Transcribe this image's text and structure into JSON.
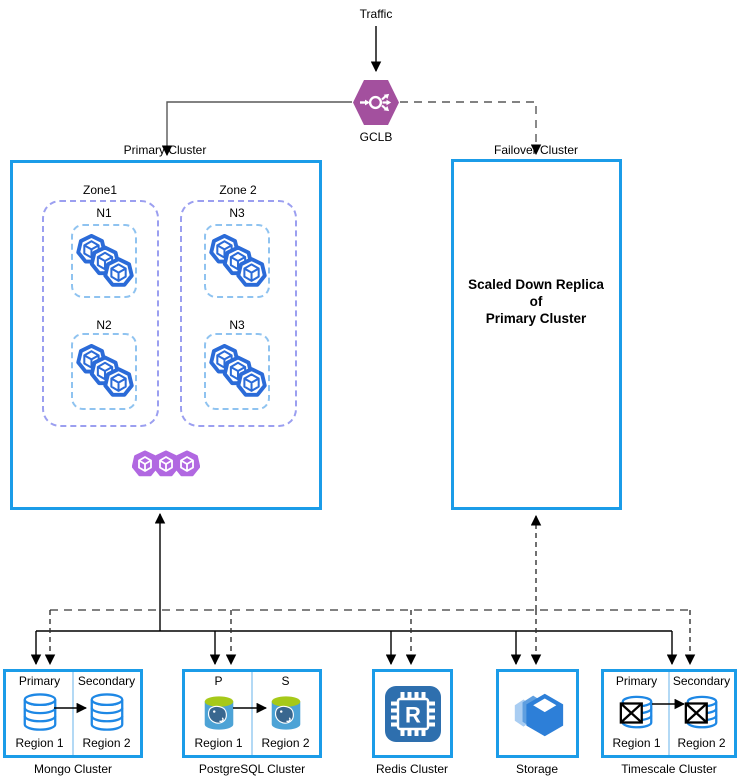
{
  "labels": {
    "traffic": "Traffic",
    "gclb": "GCLB",
    "primary_cluster": "Primary Cluster",
    "failover_cluster": "Failover Cluster"
  },
  "zones": [
    {
      "label": "Zone1",
      "nodes": [
        "N1",
        "N2"
      ]
    },
    {
      "label": "Zone 2",
      "nodes": [
        "N3",
        "N3"
      ]
    }
  ],
  "failover": {
    "lines": [
      "Scaled Down Replica",
      "of",
      "Primary Cluster"
    ]
  },
  "clusters": {
    "mongo": {
      "name": "Mongo Cluster",
      "left_role": "Primary",
      "right_role": "Secondary",
      "left_region": "Region 1",
      "right_region": "Region 2"
    },
    "postgres": {
      "name": "PostgreSQL Cluster",
      "left_role": "P",
      "right_role": "S",
      "left_region": "Region 1",
      "right_region": "Region 2"
    },
    "redis": {
      "name": "Redis Cluster"
    },
    "storage": {
      "name": "Storage"
    },
    "timescale": {
      "name": "Timescale Cluster",
      "left_role": "Primary",
      "right_role": "Secondary",
      "left_region": "Region 1",
      "right_region": "Region 2"
    }
  },
  "colors": {
    "box_border_blue": "#1b9ce8",
    "divider_blue": "#b3d9f5",
    "zone_dashed_purple": "#9b9ff0",
    "node_dashed_blue": "#8fc3f0",
    "pod_blue": "#2b6bd8",
    "pod_purple": "#b168e1",
    "gclb_purple": "#a3509e",
    "db_blue": "#1e88e5",
    "postgres_body": "#4da3d6",
    "postgres_top": "#a6c919",
    "redis_blue": "#2e6fae",
    "storage_blue": "#2d7fd8",
    "connector_solid": "#000000",
    "connector_dashed": "#595959"
  },
  "icons": [
    "gclb-load-balancer-icon",
    "kubernetes-pods-icon",
    "pods-purple-icon",
    "mongodb-icon",
    "postgresql-icon",
    "redis-chip-icon",
    "storage-boxes-icon",
    "timescaledb-icon"
  ]
}
